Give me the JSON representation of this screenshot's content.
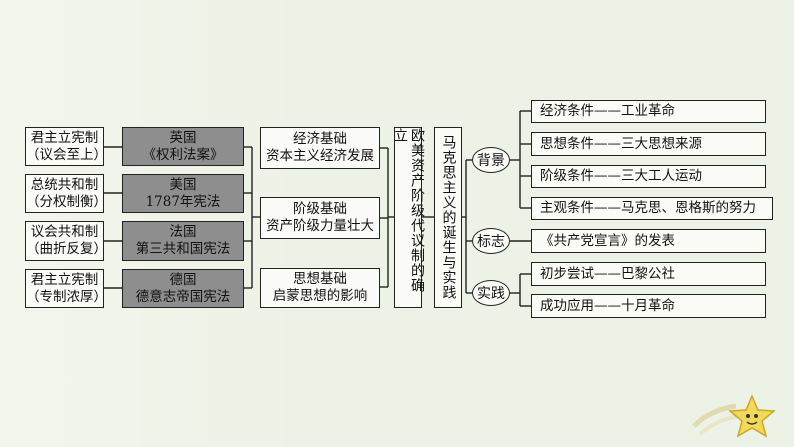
{
  "left_column": {
    "items": [
      {
        "line1": "君主立宪制",
        "line2": "（议会至上）"
      },
      {
        "line1": "总统共和制",
        "line2": "（分权制衡）"
      },
      {
        "line1": "议会共和制",
        "line2": "（曲折反复）"
      },
      {
        "line1": "君主立宪制",
        "line2": "（专制浓厚）"
      }
    ]
  },
  "countries": {
    "items": [
      {
        "line1": "英国",
        "line2": "《权利法案》"
      },
      {
        "line1": "美国",
        "line2": "1787年宪法"
      },
      {
        "line1": "法国",
        "line2": "第三共和国宪法"
      },
      {
        "line1": "德国",
        "line2": "德意志帝国宪法"
      }
    ]
  },
  "foundations": {
    "items": [
      {
        "line1": "经济基础",
        "line2": "资本主义经济发展"
      },
      {
        "line1": "阶级基础",
        "line2": "资产阶级力量壮大"
      },
      {
        "line1": "思想基础",
        "line2": "启蒙思想的影响"
      }
    ]
  },
  "center_left": {
    "text": "欧美资产阶级代议制的确立"
  },
  "center_right": {
    "text": "马克思主义的诞生与实践"
  },
  "branches": {
    "beijing": {
      "label": "背景",
      "items": [
        "经济条件——工业革命",
        "思想条件——三大思想来源",
        "阶级条件——三大工人运动",
        "主观条件——马克思、恩格斯的努力"
      ]
    },
    "biaozhi": {
      "label": "标志",
      "items": [
        "《共产党宣言》的发表"
      ]
    },
    "shijian": {
      "label": "实践",
      "items": [
        "初步尝试——巴黎公社",
        "成功应用——十月革命"
      ]
    }
  }
}
